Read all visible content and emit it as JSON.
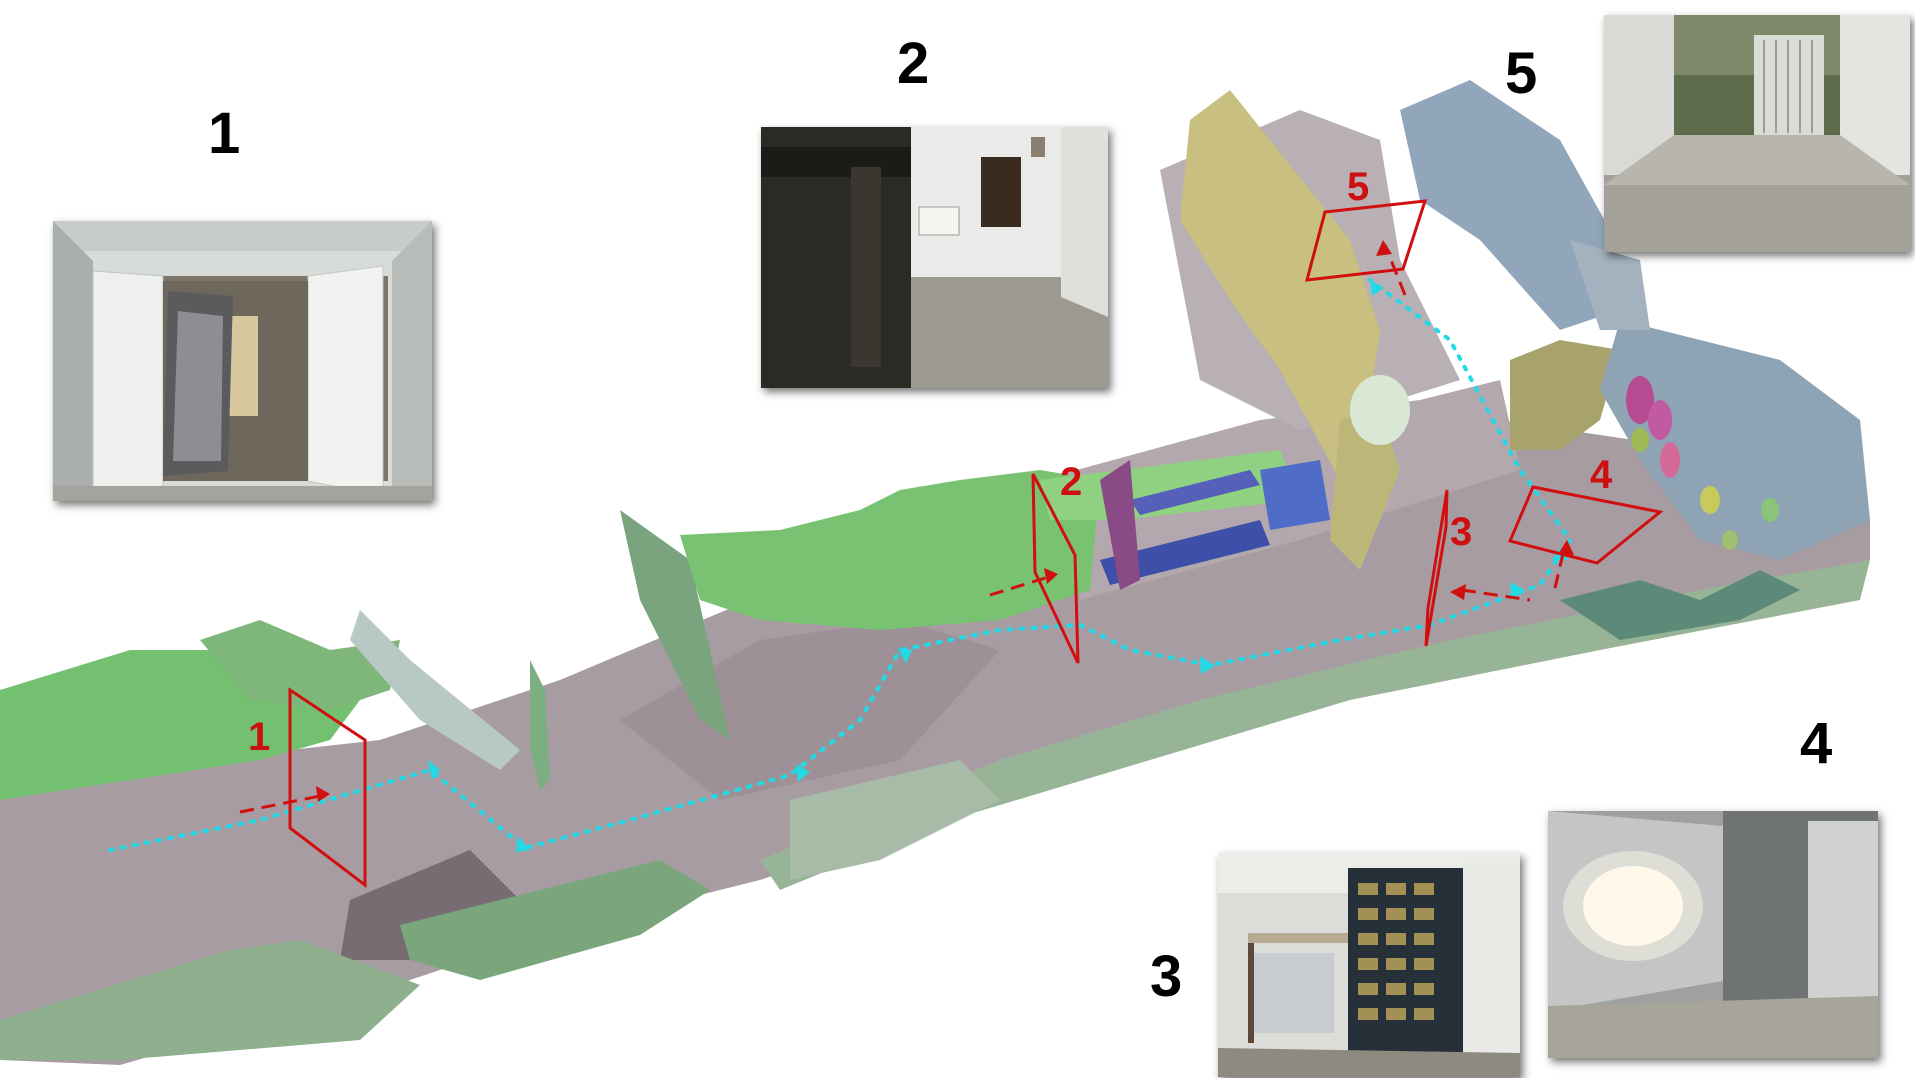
{
  "keyframes": [
    {
      "id": "1",
      "label": "1",
      "marker_label": "1"
    },
    {
      "id": "2",
      "label": "2",
      "marker_label": "2"
    },
    {
      "id": "3",
      "label": "3",
      "marker_label": "3"
    },
    {
      "id": "4",
      "label": "4",
      "marker_label": "4"
    },
    {
      "id": "5",
      "label": "5",
      "marker_label": "5"
    }
  ],
  "colors": {
    "camera_frustum": "#d10f0f",
    "trajectory": "#23d9e6",
    "floor": "#a79ba0",
    "wall_green": "#6fbf6a",
    "wall_pale": "#9fbe9c",
    "wall_blue": "#8fa3b8",
    "wall_yellow": "#c9c07e"
  }
}
